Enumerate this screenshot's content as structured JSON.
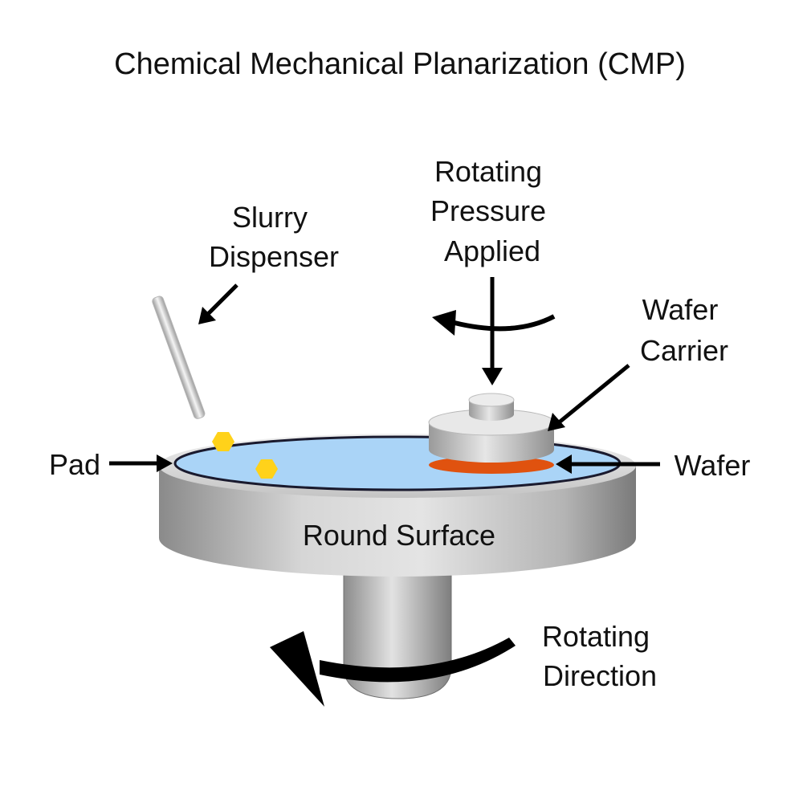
{
  "title": "Chemical Mechanical Planarization (CMP)",
  "labels": {
    "slurry_dispenser": [
      "Slurry",
      "Dispenser"
    ],
    "rotating_pressure": [
      "Rotating",
      "Pressure",
      "Applied"
    ],
    "wafer_carrier": [
      "Wafer",
      "Carrier"
    ],
    "pad": "Pad",
    "wafer": "Wafer",
    "round_surface": "Round Surface",
    "rotating_direction": [
      "Rotating",
      "Direction"
    ]
  },
  "colors": {
    "pad": "#aad4f7",
    "wafer": "#e0520f",
    "slurry": "#ffd21a",
    "metal": "#c8c8c8",
    "arrow": "#000000"
  }
}
